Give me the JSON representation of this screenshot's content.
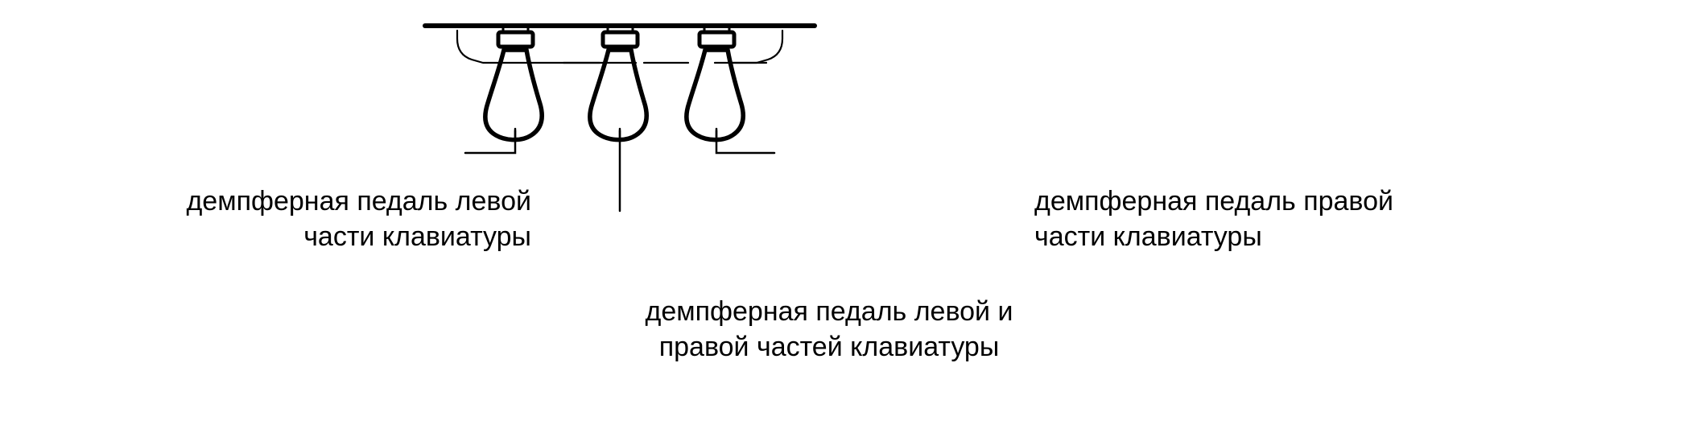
{
  "diagram": {
    "type": "technical-line-drawing",
    "subject": "piano-pedals-underside-view",
    "stroke_color": "#000000",
    "background_color": "#ffffff",
    "pedal_count": 3
  },
  "labels": {
    "left": {
      "line1": "демпферная педаль левой",
      "line2": "части клавиатуры",
      "full": "демпферная педаль левой\nчасти клавиатуры",
      "target": "left-pedal"
    },
    "center": {
      "line1": "демпферная педаль левой и",
      "line2": "правой частей клавиатуры",
      "full": "демпферная педаль левой и\nправой частей клавиатуры",
      "target": "center-pedal"
    },
    "right": {
      "line1": "демпферная педаль правой",
      "line2": "части клавиатуры",
      "full": "демпферная педаль правой\nчасти клавиатуры",
      "target": "right-pedal"
    }
  },
  "parts": {
    "top_rail": "top-rail-line",
    "lyre_panel": "pedal-lyre-panel",
    "pedals": [
      {
        "name": "left-pedal",
        "collar": "left-pedal-collar"
      },
      {
        "name": "center-pedal",
        "collar": "center-pedal-collar"
      },
      {
        "name": "right-pedal",
        "collar": "right-pedal-collar"
      }
    ],
    "leaders": [
      "leader-line-left",
      "leader-line-center",
      "leader-line-right"
    ]
  }
}
